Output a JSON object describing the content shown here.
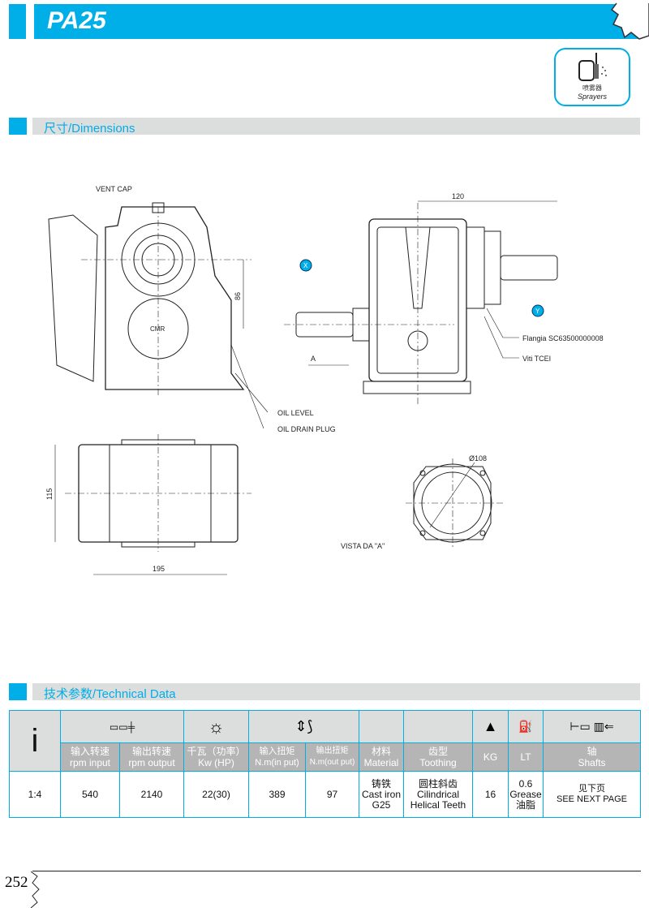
{
  "header": {
    "title": "PA25"
  },
  "badge": {
    "label_cn": "喷雾器",
    "label_en": "Sprayers"
  },
  "sections": {
    "dimensions": "尺寸/Dimensions",
    "technical": "技术参数/Technical Data"
  },
  "drawing": {
    "vent_cap": "VENT CAP",
    "dim_120": "120",
    "dim_86": "86",
    "marker_x": "X",
    "marker_y": "Y",
    "flange": "Flangia SC63500000008",
    "screws": "Viti TCEI",
    "view_a": "A",
    "oil_level": "OIL LEVEL",
    "oil_drain": "OIL DRAIN PLUG",
    "dim_115": "115",
    "dim_195": "195",
    "dim_108": "Ø108",
    "vista": "VISTA DA \"A\"",
    "logo": "CMR"
  },
  "table": {
    "ratio_symbol": "i",
    "headers": [
      {
        "cn": "输入转速",
        "en": "rpm input"
      },
      {
        "cn": "输出转速",
        "en": "rpm output"
      },
      {
        "cn": "千瓦（功率）",
        "en": "Kw (HP)"
      },
      {
        "cn": "输入扭矩",
        "en": "N.m(in put)"
      },
      {
        "cn": "输出扭矩",
        "en": "N.m(out put)"
      },
      {
        "cn": "材料",
        "en": "Material"
      },
      {
        "cn": "齿型",
        "en": "Toothing"
      },
      {
        "cn": "",
        "en": "KG"
      },
      {
        "cn": "",
        "en": "LT"
      },
      {
        "cn": "轴",
        "en": "Shafts"
      }
    ],
    "row": {
      "ratio": "1:4",
      "rpm_in": "540",
      "rpm_out": "2140",
      "kw": "22(30)",
      "nm_in": "389",
      "nm_out": "97",
      "material": [
        "铸铁",
        "Cast iron",
        "G25"
      ],
      "toothing": [
        "圆柱斜齿",
        "Cilindrical",
        "Helical Teeth"
      ],
      "kg": "16",
      "lt": [
        "0.6",
        "Grease",
        "油脂"
      ],
      "shafts": [
        "见下页",
        "SEE NEXT PAGE"
      ]
    }
  },
  "footer": {
    "page": "252"
  }
}
